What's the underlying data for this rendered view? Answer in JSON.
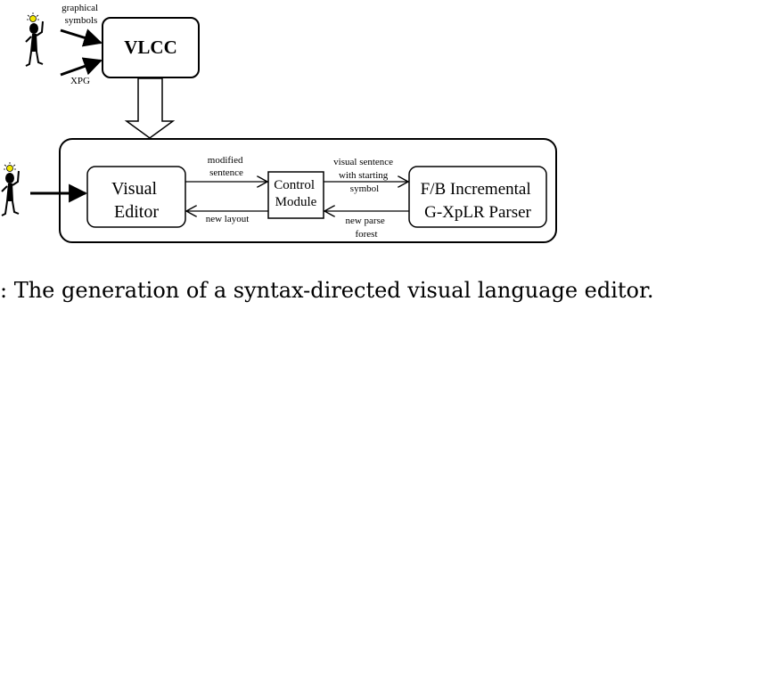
{
  "diagram": {
    "vlcc_label": "VLCC",
    "input_graphical": [
      "graphical",
      "symbols"
    ],
    "input_xpg": "XPG",
    "visual_editor": [
      "Visual",
      "Editor"
    ],
    "control_module": [
      "Control",
      "Module"
    ],
    "parser": [
      "F/B Incremental",
      "G-XpLR Parser"
    ],
    "edge_modified_sentence": [
      "modified",
      "sentence"
    ],
    "edge_new_layout": "new layout",
    "edge_visual_sentence": [
      "visual sentence",
      "with starting",
      "symbol"
    ],
    "edge_new_parse_forest": [
      "new parse",
      "forest"
    ]
  },
  "caption": ": The generation of a syntax-directed visual language editor.",
  "colors": {
    "stroke": "#000000",
    "bulb": "#f2e600",
    "background": "#ffffff"
  }
}
